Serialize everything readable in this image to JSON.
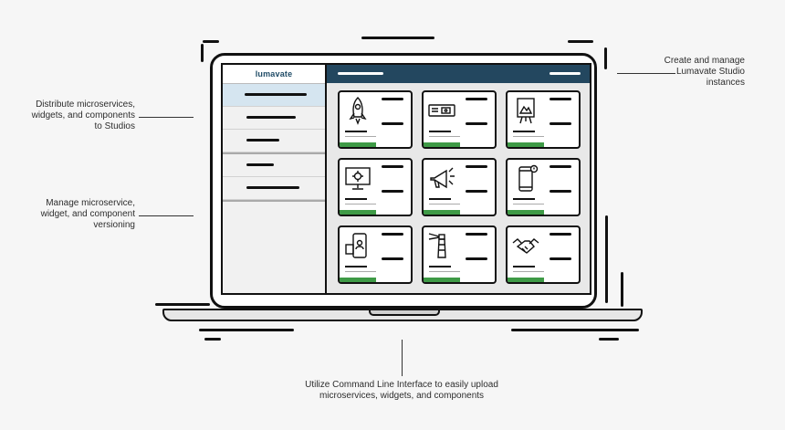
{
  "annotations": {
    "top_right": [
      "Create and manage",
      "Lumavate Studio",
      "instances"
    ],
    "left_top": [
      "Distribute microservices,",
      "widgets, and components",
      "to Studios"
    ],
    "left_middle": [
      "Manage microservice,",
      "widget, and component",
      "versioning"
    ],
    "bottom": [
      "Utilize Command Line Interface to easily upload",
      "microservices, widgets, and components"
    ]
  },
  "app": {
    "logo_text": "lumavate",
    "brand_colors": {
      "topbar": "#23475f",
      "active_item": "#d5e5f0",
      "card_accent": "#3e9a46"
    }
  },
  "cards": [
    {
      "icon": "rocket-icon"
    },
    {
      "icon": "ticket-card-icon"
    },
    {
      "icon": "easel-image-icon"
    },
    {
      "icon": "monitor-gear-icon"
    },
    {
      "icon": "megaphone-icon"
    },
    {
      "icon": "phone-alert-icon"
    },
    {
      "icon": "phone-user-icon"
    },
    {
      "icon": "lighthouse-icon"
    },
    {
      "icon": "handshake-icon"
    }
  ]
}
